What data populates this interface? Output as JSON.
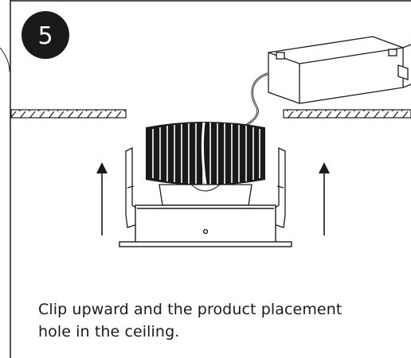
{
  "step": {
    "number": "5"
  },
  "caption": {
    "line1": "Clip upward and the product placement",
    "line2": " hole in the ceiling."
  },
  "colors": {
    "ink": "#1a1a1a",
    "badge": "#1a1a1a",
    "background": "#ffffff"
  },
  "icons": [
    "up-arrow-icon",
    "up-arrow-icon"
  ]
}
